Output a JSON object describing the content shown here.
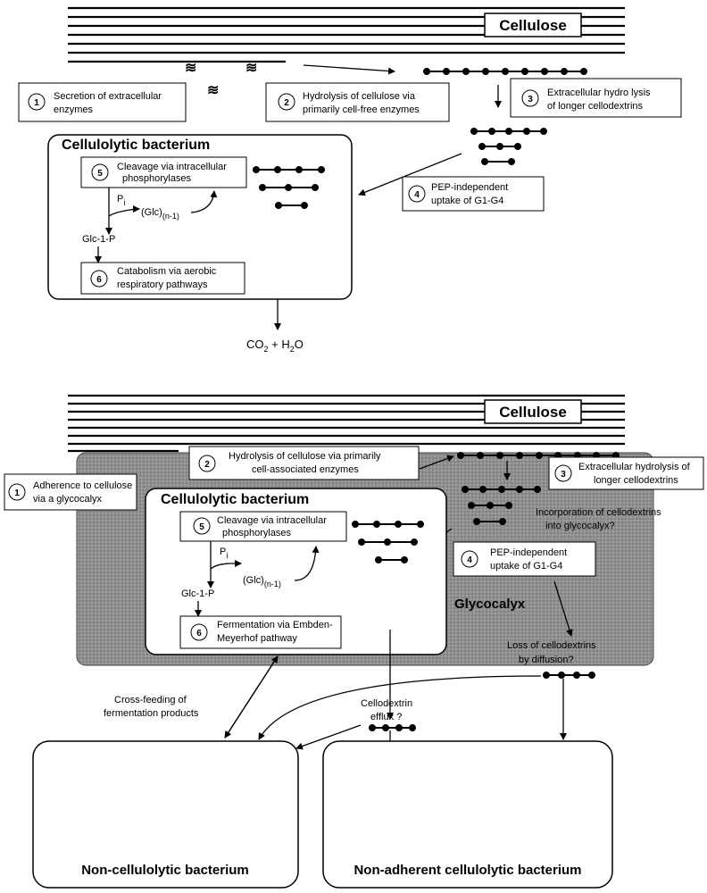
{
  "top": {
    "cellulose_label": "Cellulose",
    "bacterium_title": "Cellulolytic bacterium",
    "steps": {
      "s1": {
        "num": "1",
        "line1": "Secretion of extracellular",
        "line2": "enzymes"
      },
      "s2": {
        "num": "2",
        "line1": "Hydrolysis of cellulose via",
        "line2": "primarily cell-free enzymes"
      },
      "s3": {
        "num": "3",
        "line1": "Extracellular hydro lysis",
        "line2": "of  longer cellodextrins"
      },
      "s4": {
        "num": "4",
        "line1": "PEP-independent",
        "line2": "uptake of G1-G4"
      },
      "s5": {
        "num": "5",
        "line1": "Cleavage via intracellular",
        "line2": "phosphorylases"
      },
      "s6": {
        "num": "6",
        "line1": "Catabolism via aerobic",
        "line2": "respiratory pathways"
      }
    },
    "pi": "P",
    "pi_sub": "i",
    "glc": "(Glc)",
    "glc_sub": "(n-1)",
    "glc1p": "Glc-1-P",
    "co2": "CO",
    "co2_sub": "2",
    "plus_h": "+ H",
    "h2o_sub": "2",
    "o": "O"
  },
  "bottom": {
    "cellulose_label": "Cellulose",
    "bacterium_title": "Cellulolytic bacterium",
    "glycocalyx": "Glycocalyx",
    "steps": {
      "s1": {
        "num": "1",
        "line1": "Adherence to cellulose",
        "line2": "via a glycocalyx"
      },
      "s2": {
        "num": "2",
        "line1": "Hydrolysis of cellulose via primarily",
        "line2": "cell-associated enzymes"
      },
      "s3": {
        "num": "3",
        "line1": "Extracellular hydrolysis of",
        "line2": "longer cellodextrins"
      },
      "s4": {
        "num": "4",
        "line1": "PEP-independent",
        "line2": "uptake of G1-G4"
      },
      "s5": {
        "num": "5",
        "line1": "Cleavage via intracellular",
        "line2": "phosphorylases"
      },
      "s6": {
        "num": "6",
        "line1": "Fermentation via Embden-",
        "line2": "Meyerhof pathway"
      }
    },
    "pi": "P",
    "pi_sub": "i",
    "glc": "(Glc)",
    "glc_sub": "(n-1)",
    "glc1p": "Glc-1-P",
    "incorporation": {
      "line1": "Incorporation of cellodextrins",
      "line2": "into glycocalyx?"
    },
    "loss": {
      "line1": "Loss of cellodextrins",
      "line2": "by diffusion?"
    },
    "cross_feeding": {
      "line1": "Cross-feeding of",
      "line2": "fermentation products"
    },
    "efflux": {
      "line1": "Cellodextrin",
      "line2": "efflux ?"
    },
    "non_cellulolytic": "Non-cellulolytic bacterium",
    "non_adherent": "Non-adherent cellulolytic bacterium"
  }
}
